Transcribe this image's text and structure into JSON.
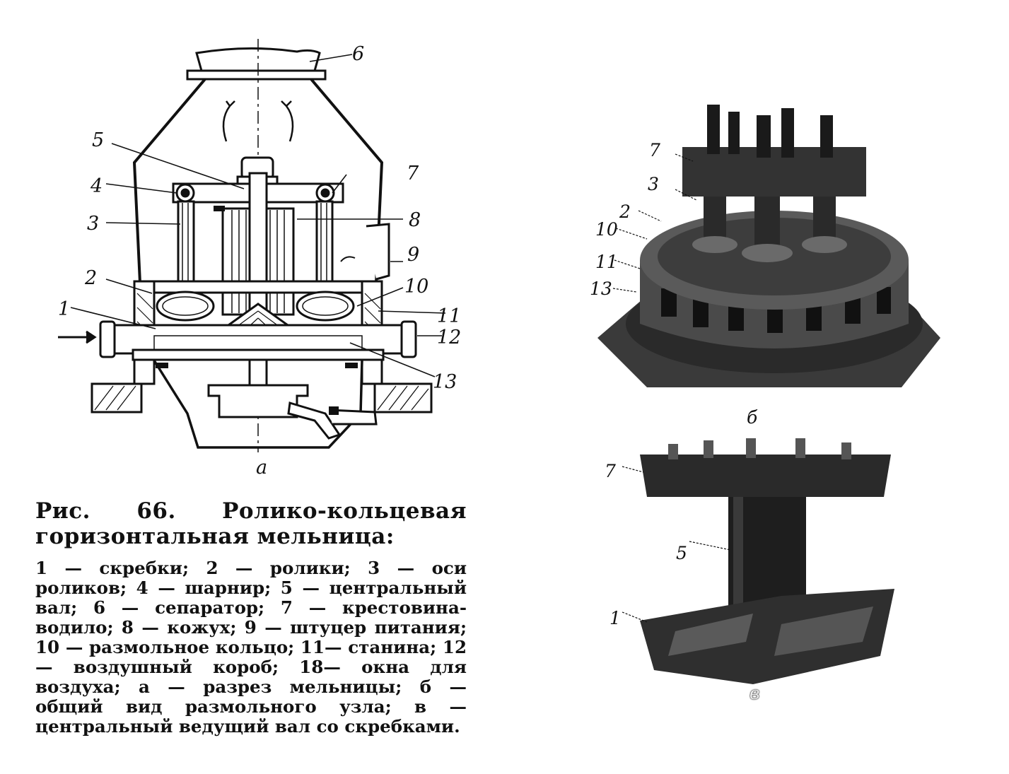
{
  "figure": {
    "drawing_labels": {
      "l1": "1",
      "l2": "2",
      "l3": "3",
      "l4": "4",
      "l5": "5",
      "l6": "6",
      "l7": "7",
      "l8": "8",
      "l9": "9",
      "l10": "10",
      "l11": "11",
      "l12": "12",
      "l13": "13",
      "part": "а"
    },
    "photo_top_labels": {
      "l7": "7",
      "l3": "3",
      "l2": "2",
      "l10": "10",
      "l11": "11",
      "l13": "13",
      "part": "б"
    },
    "photo_bottom_labels": {
      "l7": "7",
      "l5": "5",
      "l1": "1",
      "part": "в"
    }
  },
  "caption": {
    "title": "Рис. 66. Ролико-кольцевая горизонтальная мельница:",
    "legend": "1 — скребки; 2 — ролики; 3 — оси роликов; 4 — шарнир; 5 — центральный вал; 6 — сепаратор; 7 — крестовина-водило; 8 — кожух; 9 — штуцер питания; 10 — размольное кольцо; 11— станина; 12 — воздушный короб; 18— окна для воздуха; а — разрез мельницы; б — общий вид размольного узла; в — центральный ведущий вал со скребками."
  },
  "colors": {
    "ink": "#111111",
    "paper": "#ffffff",
    "photo_dark": "#2a2a2a"
  }
}
